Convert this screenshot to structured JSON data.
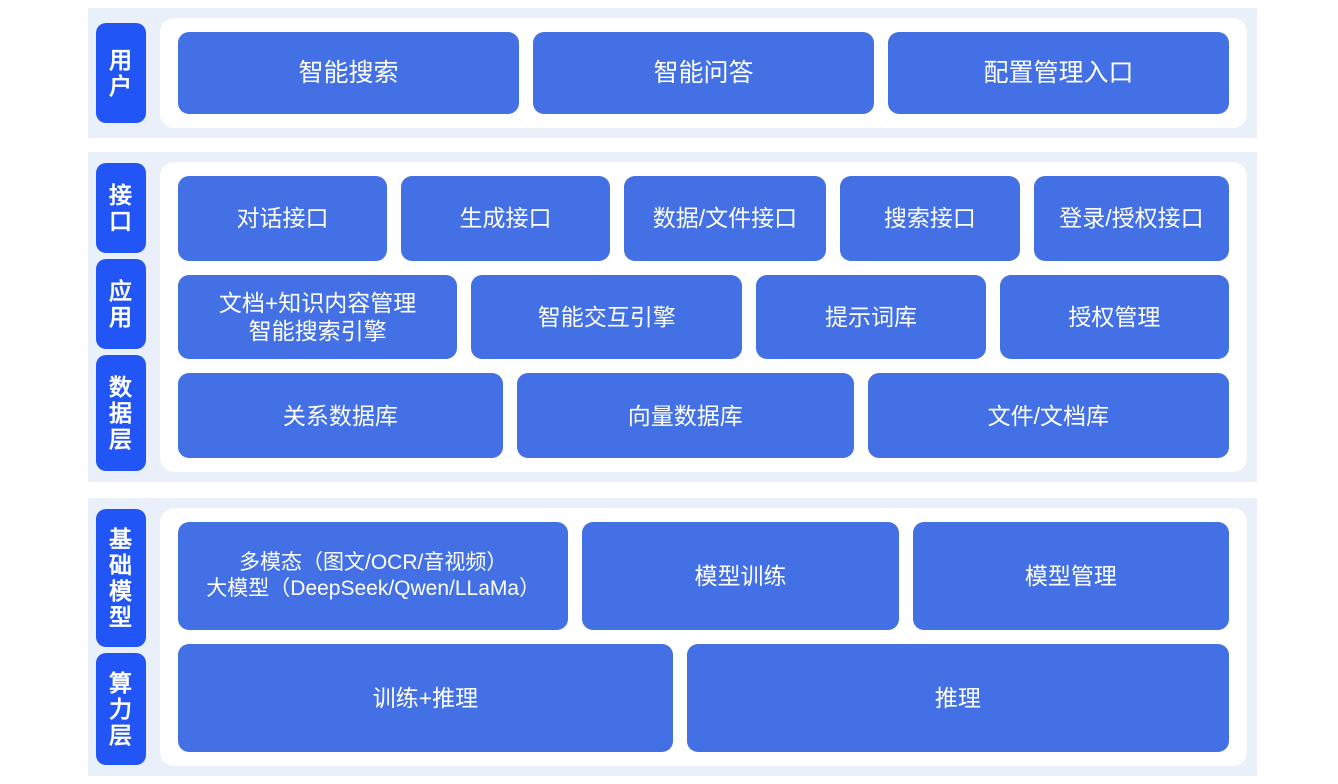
{
  "theme": {
    "page_background": "#ffffff",
    "band_background": "#eaf0f9",
    "panel_background": "#ffffff",
    "side_tab_color": "#2255f5",
    "box_color": "#4370e4",
    "box_text_color": "#ffffff"
  },
  "sections": {
    "user": {
      "tab_label": "用户",
      "boxes": [
        {
          "label": "智能搜索"
        },
        {
          "label": "智能问答"
        },
        {
          "label": "配置管理入口"
        }
      ]
    },
    "middle": {
      "tabs": [
        {
          "label": "接口"
        },
        {
          "label": "应用"
        },
        {
          "label": "数据层"
        }
      ],
      "interface_row": [
        {
          "label": "对话接口"
        },
        {
          "label": "生成接口"
        },
        {
          "label": "数据/文件接口"
        },
        {
          "label": "搜索接口"
        },
        {
          "label": "登录/授权接口"
        }
      ],
      "application_row": [
        {
          "label": "文档+知识内容管理\n智能搜索引擎"
        },
        {
          "label": "智能交互引擎"
        },
        {
          "label": "提示词库"
        },
        {
          "label": "授权管理"
        }
      ],
      "data_row": [
        {
          "label": "关系数据库"
        },
        {
          "label": "向量数据库"
        },
        {
          "label": "文件/文档库"
        }
      ]
    },
    "infra": {
      "tabs": [
        {
          "label": "基础模型"
        },
        {
          "label": "算力层"
        }
      ],
      "model_row": [
        {
          "label": "多模态（图文/OCR/音视频）\n大模型（DeepSeek/Qwen/LLaMa）"
        },
        {
          "label": "模型训练"
        },
        {
          "label": "模型管理"
        }
      ],
      "compute_row": [
        {
          "label": "训练+推理"
        },
        {
          "label": "推理"
        }
      ]
    }
  }
}
